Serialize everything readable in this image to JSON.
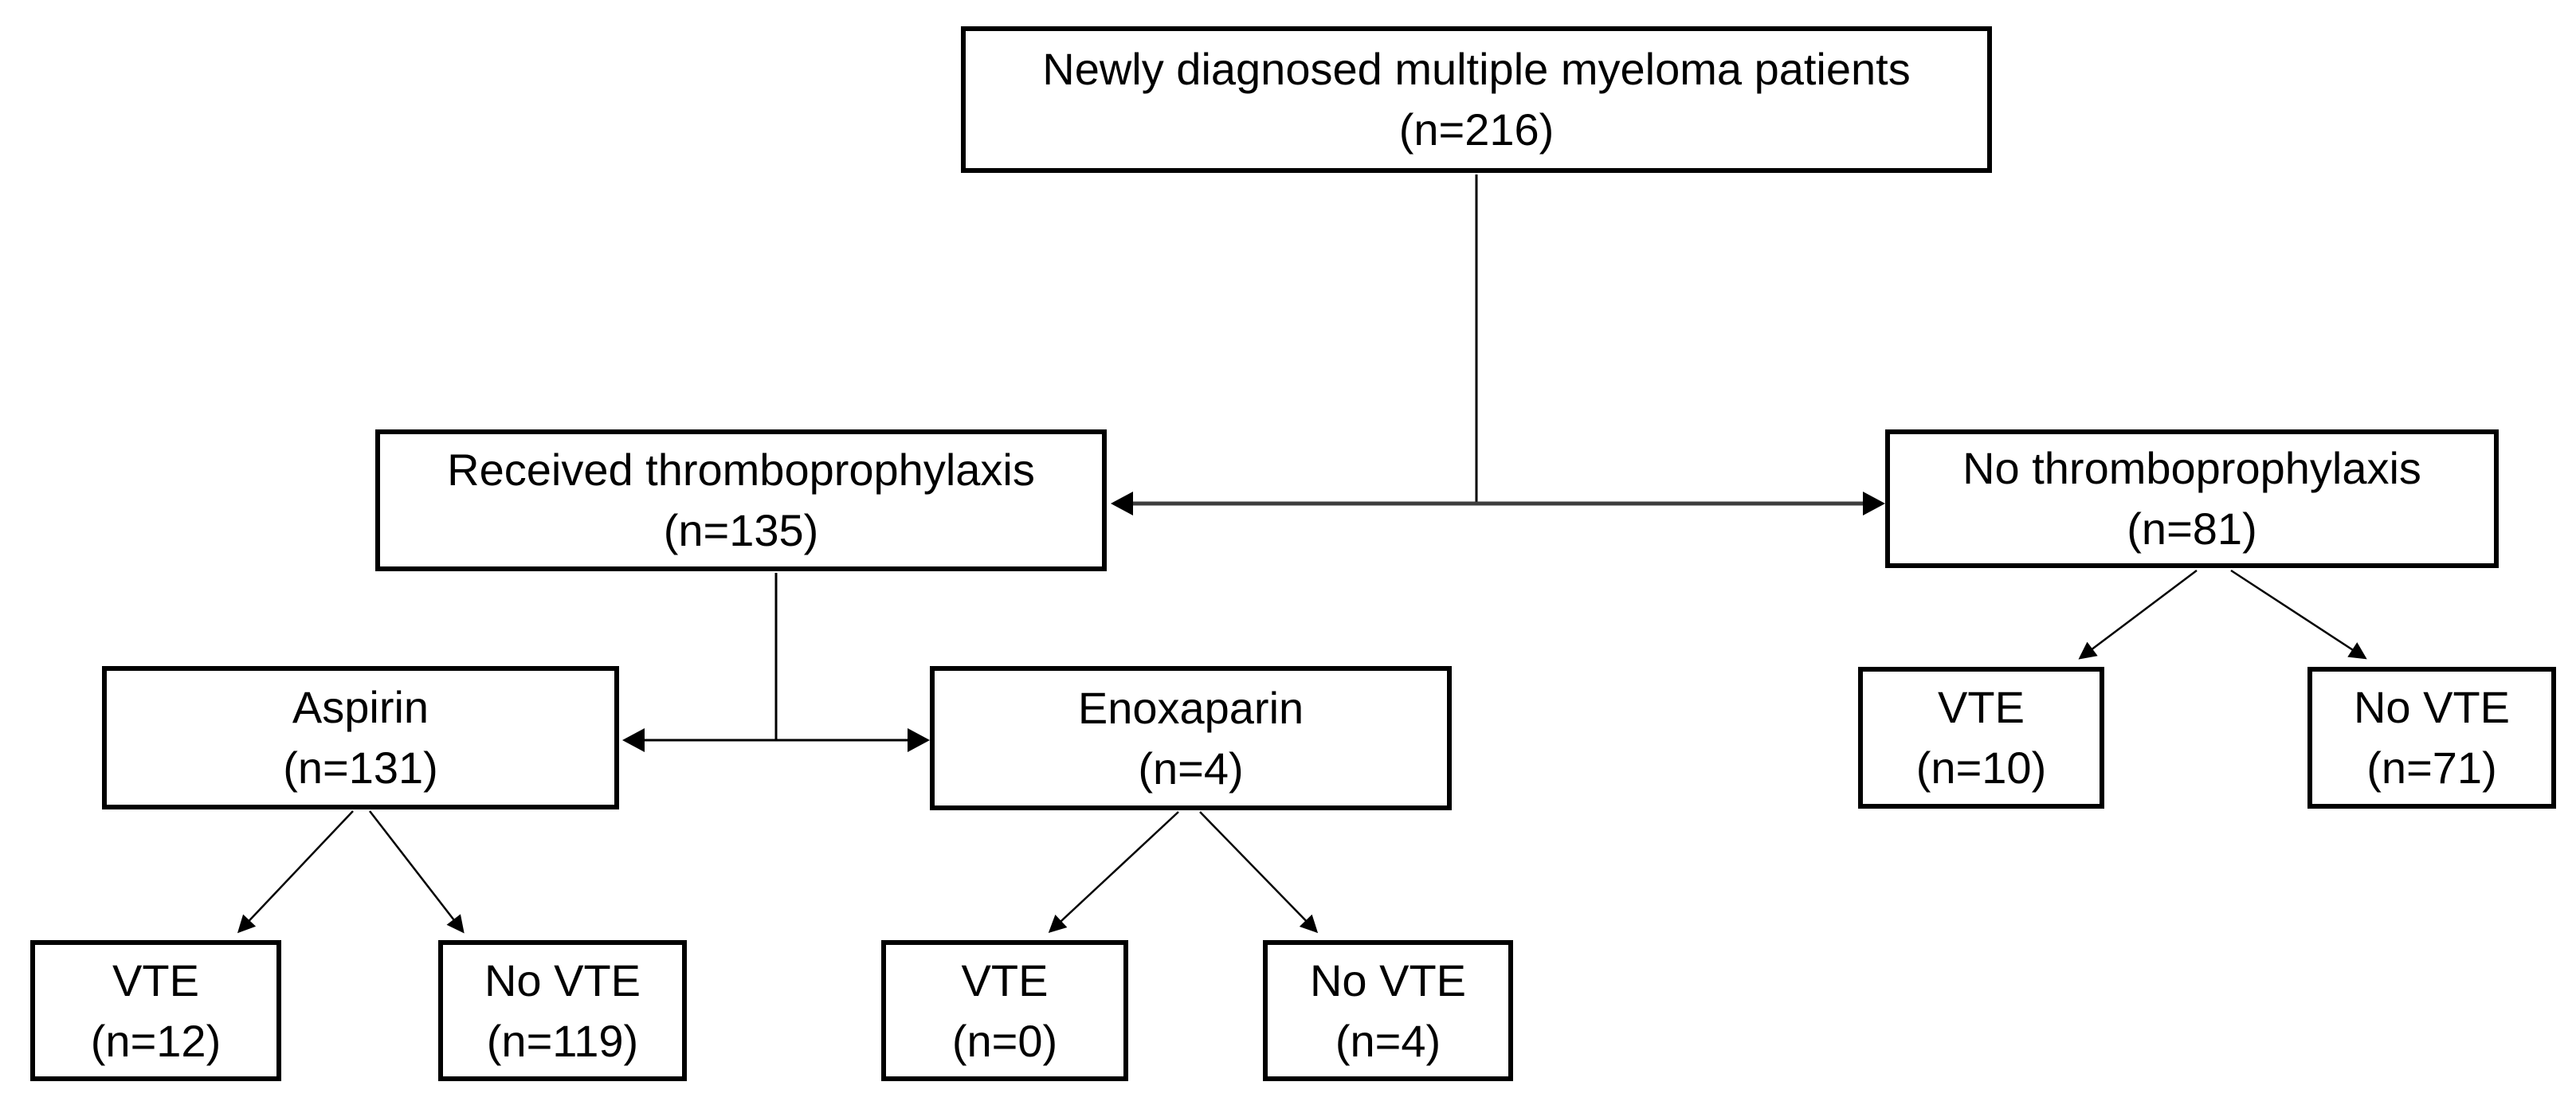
{
  "diagram": {
    "type": "flowchart",
    "colors": {
      "box_border": "#000000",
      "box_fill": "#ffffff",
      "text": "#000000",
      "connector": "#000000",
      "main_branch_connector": "#3d3d3d"
    },
    "nodes": {
      "root": {
        "label": "Newly diagnosed multiple myeloma patients",
        "count": "(n=216)"
      },
      "received": {
        "label": "Received thromboprophylaxis",
        "count": "(n=135)"
      },
      "no_prophylaxis": {
        "label": "No thromboprophylaxis",
        "count": "(n=81)"
      },
      "aspirin": {
        "label": "Aspirin",
        "count": "(n=131)"
      },
      "enoxaparin": {
        "label": "Enoxaparin",
        "count": "(n=4)"
      },
      "aspirin_vte": {
        "label": "VTE",
        "count": "(n=12)"
      },
      "aspirin_no_vte": {
        "label": "No VTE",
        "count": "(n=119)"
      },
      "enoxaparin_vte": {
        "label": "VTE",
        "count": "(n=0)"
      },
      "enoxaparin_no_vte": {
        "label": "No VTE",
        "count": "(n=4)"
      },
      "no_prophylaxis_vte": {
        "label": "VTE",
        "count": "(n=10)"
      },
      "no_prophylaxis_no_vte": {
        "label": "No VTE",
        "count": "(n=71)"
      }
    },
    "edges": [
      {
        "from": "root",
        "to": "received",
        "arrow": "end"
      },
      {
        "from": "root",
        "to": "no_prophylaxis",
        "arrow": "end"
      },
      {
        "from": "received",
        "to": "aspirin",
        "arrow": "end"
      },
      {
        "from": "received",
        "to": "enoxaparin",
        "arrow": "end"
      },
      {
        "from": "aspirin",
        "to": "aspirin_vte",
        "arrow": "end"
      },
      {
        "from": "aspirin",
        "to": "aspirin_no_vte",
        "arrow": "end"
      },
      {
        "from": "enoxaparin",
        "to": "enoxaparin_vte",
        "arrow": "end"
      },
      {
        "from": "enoxaparin",
        "to": "enoxaparin_no_vte",
        "arrow": "end"
      },
      {
        "from": "no_prophylaxis",
        "to": "no_prophylaxis_vte",
        "arrow": "end"
      },
      {
        "from": "no_prophylaxis",
        "to": "no_prophylaxis_no_vte",
        "arrow": "end"
      }
    ]
  }
}
